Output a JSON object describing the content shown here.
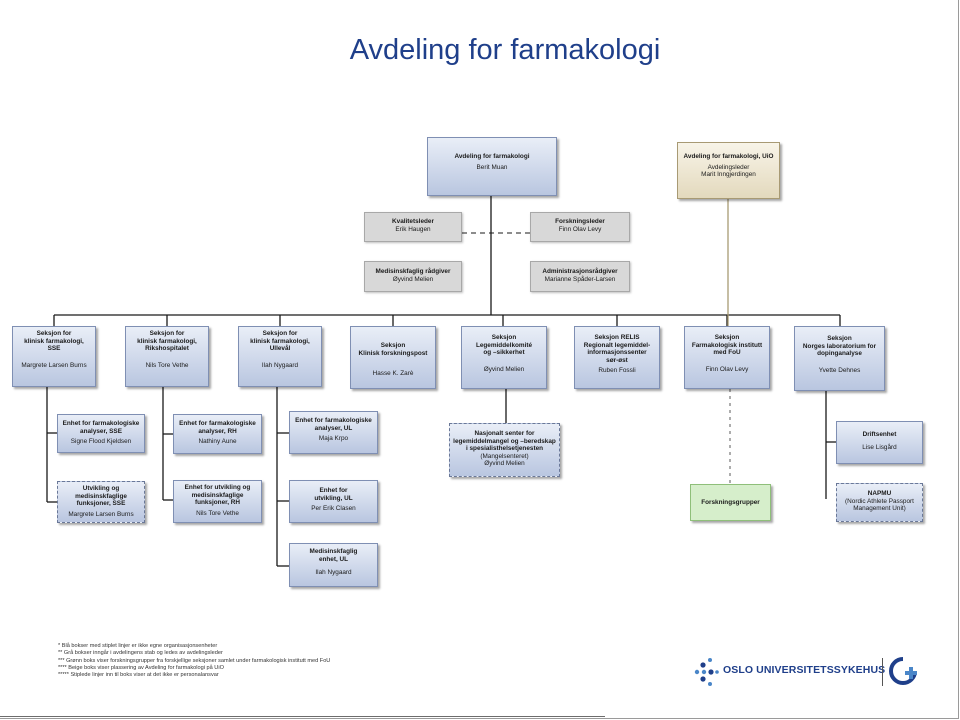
{
  "title": "Avdeling for farmakologi",
  "colors": {
    "title": "#1f3f8a",
    "unit_box": "#c2cde3",
    "staff_box": "#d8d8d8",
    "uio_box": "#eae2cb",
    "research_box": "#d6eecb"
  },
  "top": {
    "name": "Avdeling for farmakologi",
    "person": "Berit Muan"
  },
  "uio": {
    "name": "Avdeling for farmakologi, UiO",
    "role": "Avdelingsleder",
    "person": "Marit Inngjerdingen"
  },
  "staff": [
    {
      "role": "Kvalitetsleder",
      "person": "Erik Haugen"
    },
    {
      "role": "Forskningsleder",
      "person": "Finn Olav Levy"
    },
    {
      "role": "Medisinskfaglig rådgiver",
      "person": "Øyvind Melien"
    },
    {
      "role": "Administrasjonsrådgiver",
      "person": "Marianne Spåder-Larsen"
    }
  ],
  "sections": [
    {
      "lines": [
        "Seksjon for",
        "klinisk farmakologi,",
        "SSE"
      ],
      "person": "Margrete Larsen Burns"
    },
    {
      "lines": [
        "Seksjon for",
        "klinisk farmakologi,",
        "Rikshospitalet"
      ],
      "person": "Nils Tore Vethe"
    },
    {
      "lines": [
        "Seksjon for",
        "klinisk farmakologi,",
        "Ullevål"
      ],
      "person": "Ilah Nygaard"
    },
    {
      "lines": [
        "Seksjon",
        "Klinisk forskningspost"
      ],
      "person": "Hasse K. Zarè"
    },
    {
      "lines": [
        "Seksjon",
        "Legemiddelkomité",
        "og –sikkerhet"
      ],
      "person": "Øyvind Melien"
    },
    {
      "lines": [
        "Seksjon RELIS",
        "Regionalt legemiddel-",
        "informasjonssenter",
        "sør-øst"
      ],
      "person": "Ruben Fossli"
    },
    {
      "lines": [
        "Seksjon",
        "Farmakologisk institutt",
        "med FoU"
      ],
      "person": "Finn Olav Levy"
    },
    {
      "lines": [
        "Seksjon",
        "Norges laboratorium for",
        "dopinganalyse"
      ],
      "person": "Yvette Dehnes"
    }
  ],
  "units": [
    {
      "lines": [
        "Enhet for farmakologiske",
        "analyser, SSE"
      ],
      "person": "Signe Flood Kjeldsen"
    },
    {
      "lines": [
        "Utvikling og",
        "medisinskfaglige",
        "funksjoner, SSE"
      ],
      "person": "Margrete Larsen Burns"
    },
    {
      "lines": [
        "Enhet for farmakologiske",
        "analyser, RH"
      ],
      "person": "Nathiny Aune"
    },
    {
      "lines": [
        "Enhet for utvikling og",
        "medisinskfaglige",
        "funksjoner, RH"
      ],
      "person": "Nils Tore Vethe"
    },
    {
      "lines": [
        "Enhet for farmakologiske",
        "analyser, UL"
      ],
      "person": "Maja Krpo"
    },
    {
      "lines": [
        "Enhet for",
        "utvikling, UL"
      ],
      "person": "Per Erik Clasen"
    },
    {
      "lines": [
        "Medisinskfaglig",
        "enhet, UL"
      ],
      "person": "Ilah Nygaard"
    },
    {
      "lines": [
        "Nasjonalt senter for",
        "legemiddelmangel og –beredskap",
        "i spesialisthelsetjenesten"
      ],
      "note": "(Mangelsenteret)",
      "person": "Øyvind Melien"
    },
    {
      "lines": [
        "Driftsenhet"
      ],
      "person": "Lise Lisgård"
    },
    {
      "lines": [
        "NAPMU"
      ],
      "note": "(Nordic Athlete Passport Management Unit)"
    },
    {
      "lines": [
        "Forskningsgrupper"
      ]
    }
  ],
  "notes": [
    "* Blå bokser med stiplet linjer er ikke egne organisasjonsenheter",
    "** Grå bokser inngår i avdelingens stab og ledes av avdelingsleder",
    "*** Grønn boks viser forskningsgrupper fra forskjellige seksjoner samlet under farmakologisk institutt med FoU",
    "**** Beige boks viser plassering av Avdeling for farmakologi på UiO",
    "***** Stiplede linjer inn til boks viser at det ikke er personalansvar"
  ],
  "logo": {
    "name": "OSLO UNIVERSITETSSYKEHUS"
  }
}
